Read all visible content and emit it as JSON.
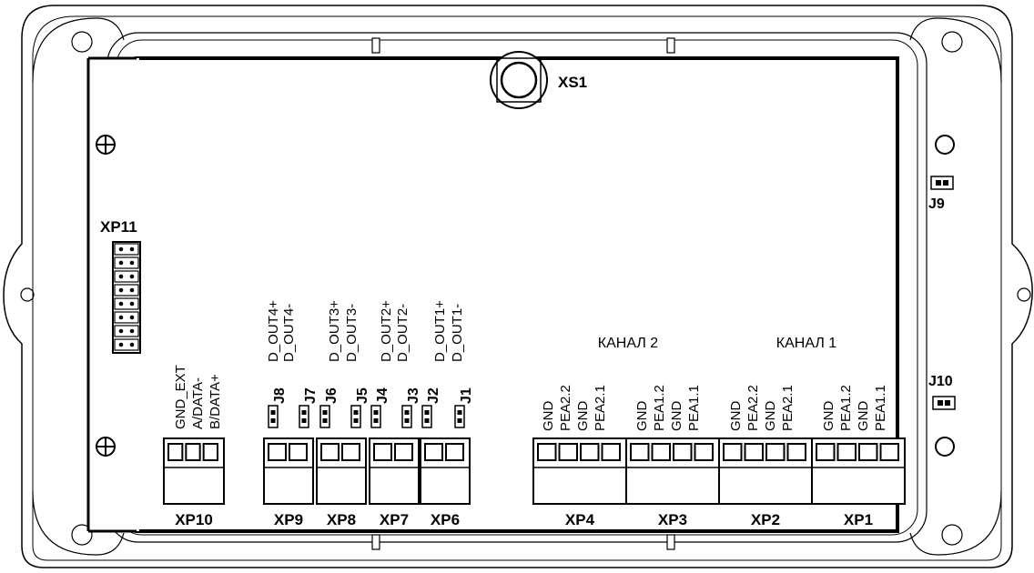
{
  "labels": {
    "xs1": "XS1",
    "xp11": "XP11",
    "j9": "J9",
    "j10": "J10",
    "channel2": "КАНАЛ 2",
    "channel1": "КАНАЛ 1"
  },
  "connectors": {
    "xp10": {
      "name": "XP10",
      "pins": [
        "GND_EXT",
        "A/DATA-",
        "B/DATA+"
      ]
    },
    "xp9": {
      "name": "XP9",
      "pins": [
        "D_OUT4+",
        "D_OUT4-"
      ]
    },
    "xp8": {
      "name": "XP8",
      "pins": [
        "D_OUT3+",
        "D_OUT3-"
      ]
    },
    "xp7": {
      "name": "XP7",
      "pins": [
        "D_OUT2+",
        "D_OUT2-"
      ]
    },
    "xp6": {
      "name": "XP6",
      "pins": [
        "D_OUT1+",
        "D_OUT1-"
      ]
    },
    "xp4": {
      "name": "XP4",
      "pins": [
        "GND",
        "PEA2.2",
        "GND",
        "PEA2.1"
      ]
    },
    "xp3": {
      "name": "XP3",
      "pins": [
        "GND",
        "PEA1.2",
        "GND",
        "PEA1.1"
      ]
    },
    "xp2": {
      "name": "XP2",
      "pins": [
        "GND",
        "PEA2.2",
        "GND",
        "PEA2.1"
      ]
    },
    "xp1": {
      "name": "XP1",
      "pins": [
        "GND",
        "PEA1.2",
        "GND",
        "PEA1.1"
      ]
    }
  },
  "jumpers": [
    "J8",
    "J7",
    "J6",
    "J5",
    "J4",
    "J3",
    "J2",
    "J1"
  ]
}
